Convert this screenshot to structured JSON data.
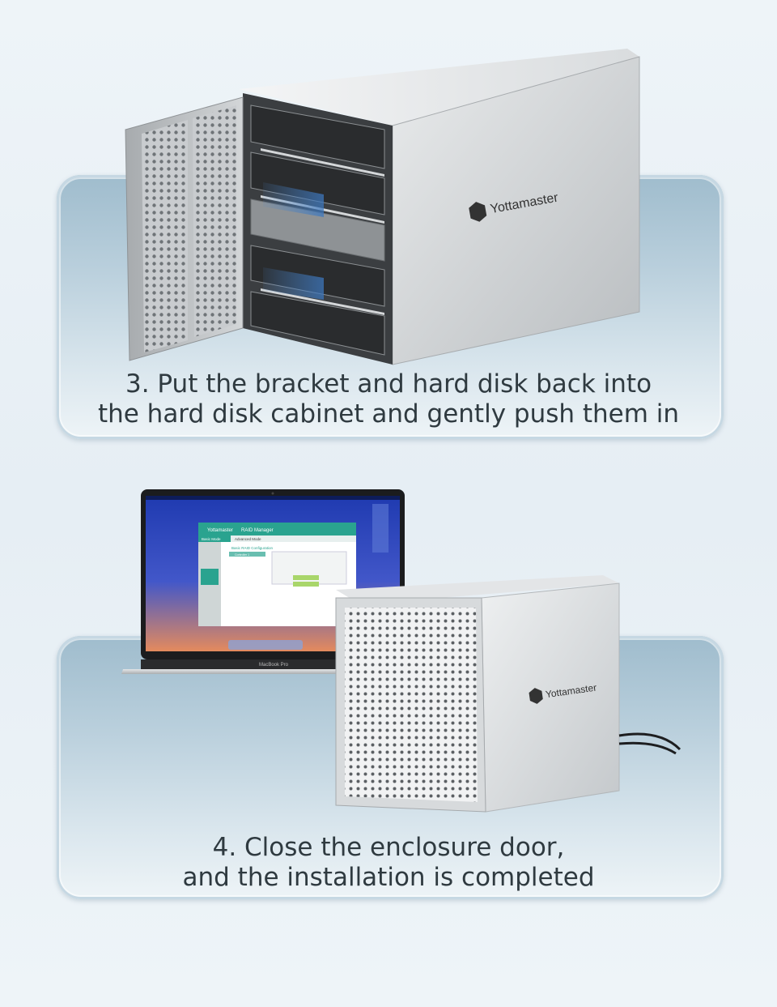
{
  "steps": [
    {
      "caption_line1": "3. Put the bracket and hard disk back into",
      "caption_line2": "the hard disk cabinet and gently push them in",
      "brand": "Yottamaster"
    },
    {
      "caption_line1": "4. Close the enclosure door,",
      "caption_line2": "and the installation is completed",
      "brand": "Yottamaster",
      "laptop": {
        "model_label": "MacBook Pro",
        "app_brand": "Yottamaster",
        "app_title": "RAID Manager",
        "tab_basic": "Basic Mode",
        "tab_advanced": "Advanced Mode",
        "config_title": "Basic RAID Configuration",
        "controller_label": "Controller 1"
      }
    }
  ],
  "colors": {
    "panel_top": "#9fbccd",
    "panel_bottom": "#eef4f7",
    "caption_text": "#2f3a40",
    "app_accent": "#2aa38f",
    "desktop_blue": "#2b48b8"
  }
}
